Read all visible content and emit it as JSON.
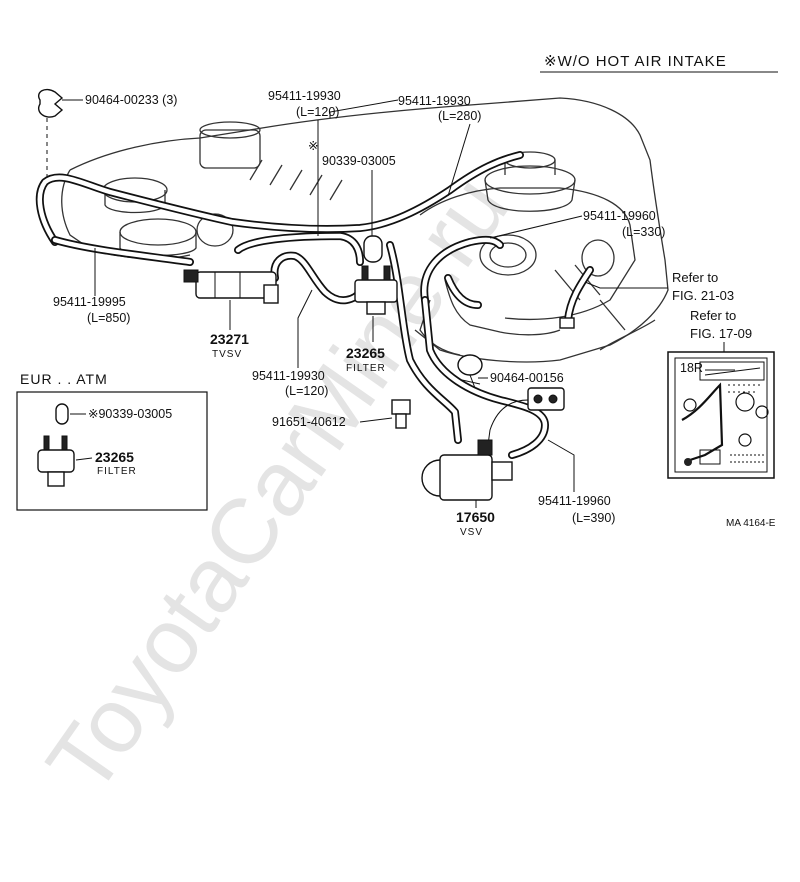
{
  "header": {
    "title": "※W/O HOT AIR INTAKE"
  },
  "callouts": {
    "clip_top": "90464-00233 (3)",
    "hose_120_a": {
      "part": "95411-19930",
      "length": "(L=120)"
    },
    "hose_280": {
      "part": "95411-19930",
      "length": "(L=280)"
    },
    "cap_mark": "※",
    "cap_top": "90339-03005",
    "hose_330": {
      "part": "95411-19960",
      "length": "(L=330)"
    },
    "refer_1": {
      "line1": "Refer to",
      "line2": "FIG. 21-03"
    },
    "refer_2": {
      "line1": "Refer to",
      "line2": "FIG. 17-09"
    },
    "hose_850": {
      "part": "95411-19995",
      "length": "(L=850)"
    },
    "tvsv": {
      "number": "23271",
      "name": "TVSV"
    },
    "filter_main": {
      "number": "23265",
      "name": "FILTER"
    },
    "hose_120_b": {
      "part": "95411-19930",
      "length": "(L=120)"
    },
    "clip_mid": "90464-00156",
    "bolt": "91651-40612",
    "hose_390": {
      "part": "95411-19960",
      "length": "(L=390)"
    },
    "vsv": {
      "number": "17650",
      "name": "VSV"
    }
  },
  "inset": {
    "title": "EUR . . ATM",
    "cap": "※90339-03005",
    "filter": {
      "number": "23265",
      "name": "FILTER"
    }
  },
  "mini_fig": {
    "label": "18R"
  },
  "footer": {
    "code": "MA 4164-E"
  },
  "watermark": "ToyotaCarMine.ru"
}
